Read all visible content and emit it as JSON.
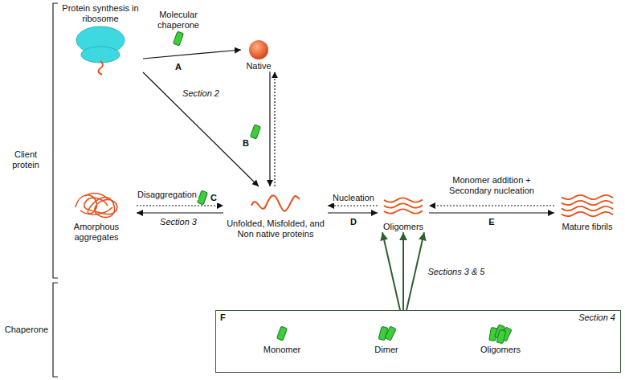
{
  "diagram": {
    "nodes": [
      {
        "text": [
          "Protein synthesis in ribosome"
        ]
      },
      {
        "text": [
          "Native"
        ]
      },
      {
        "text": [
          "Unfolded, Misfolded, and Non native proteins"
        ]
      },
      {
        "text": [
          "Amorphous aggregates"
        ]
      },
      {
        "text": [
          "Oligomers"
        ]
      },
      {
        "text": [
          "Mature fibrils"
        ]
      },
      {
        "text": [
          "F",
          "Section 4"
        ]
      },
      {
        "text": [
          "Monomer"
        ],
        "in": 6
      },
      {
        "text": [
          "Dimer"
        ],
        "in": 6
      },
      {
        "text": [
          "Oligomers"
        ],
        "in": 6
      }
    ],
    "edges": [
      {
        "from": 0,
        "to": 1,
        "arrow": "to"
      },
      {
        "from": 0,
        "to": 2,
        "arrow": "to",
        "label": "Section 2"
      },
      {
        "from": 1,
        "to": 2,
        "arrow": "to"
      },
      {
        "from": 2,
        "to": 1,
        "arrow": "to"
      },
      {
        "from": 2,
        "to": 3,
        "arrow": "to",
        "label": "Section 3"
      },
      {
        "from": 3,
        "to": 2,
        "arrow": "to",
        "label": "Disaggregation"
      },
      {
        "from": 2,
        "to": 4,
        "arrow": "to",
        "label": "Nucleation"
      },
      {
        "from": 4,
        "to": 2,
        "arrow": "to"
      },
      {
        "from": 4,
        "to": 5,
        "arrow": "to",
        "label": "Monomer addition + Secondary nucleation"
      },
      {
        "from": 5,
        "to": 4,
        "arrow": "to"
      },
      {
        "from": 6,
        "to": 4,
        "arrow": "to"
      },
      {
        "from": 6,
        "to": 4,
        "arrow": "to",
        "label": "Sections 3 & 5"
      },
      {
        "from": 6,
        "to": 4,
        "arrow": "to"
      },
      {
        "from": 7,
        "to": 8,
        "arrow": "to"
      },
      {
        "from": 8,
        "to": 7,
        "arrow": "to"
      },
      {
        "from": 8,
        "to": 9,
        "arrow": "to"
      },
      {
        "from": 9,
        "to": 8,
        "arrow": "to"
      }
    ],
    "labels": [
      "Molecular chaperone",
      "A",
      "B",
      "C",
      "D",
      "E",
      "Client protein",
      "Chaperone"
    ]
  }
}
